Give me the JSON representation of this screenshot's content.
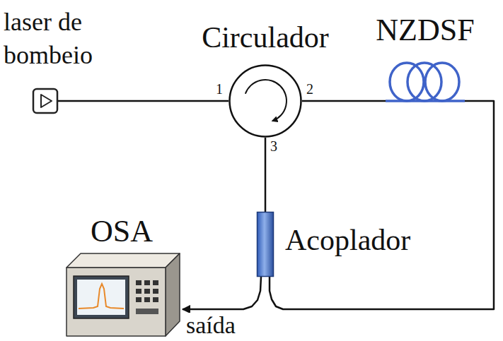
{
  "diagram": {
    "nodes": [
      {
        "text": [
          "laser de bombeio"
        ]
      },
      {
        "text": [
          "Circulador"
        ]
      },
      {
        "text": [
          "NZDSF"
        ]
      },
      {
        "text": [
          "Acoplador"
        ]
      },
      {
        "text": [
          "OSA"
        ]
      }
    ],
    "edges": [
      {
        "from": 0,
        "to": 1,
        "arrow": "none"
      },
      {
        "from": 1,
        "to": 2,
        "arrow": "none"
      },
      {
        "from": 2,
        "to": 3,
        "arrow": "none"
      },
      {
        "from": 1,
        "to": 3,
        "arrow": "none"
      },
      {
        "from": 3,
        "to": 4,
        "arrow": "to",
        "label": "saída"
      }
    ],
    "labels": [
      "1",
      "2",
      "3"
    ]
  }
}
